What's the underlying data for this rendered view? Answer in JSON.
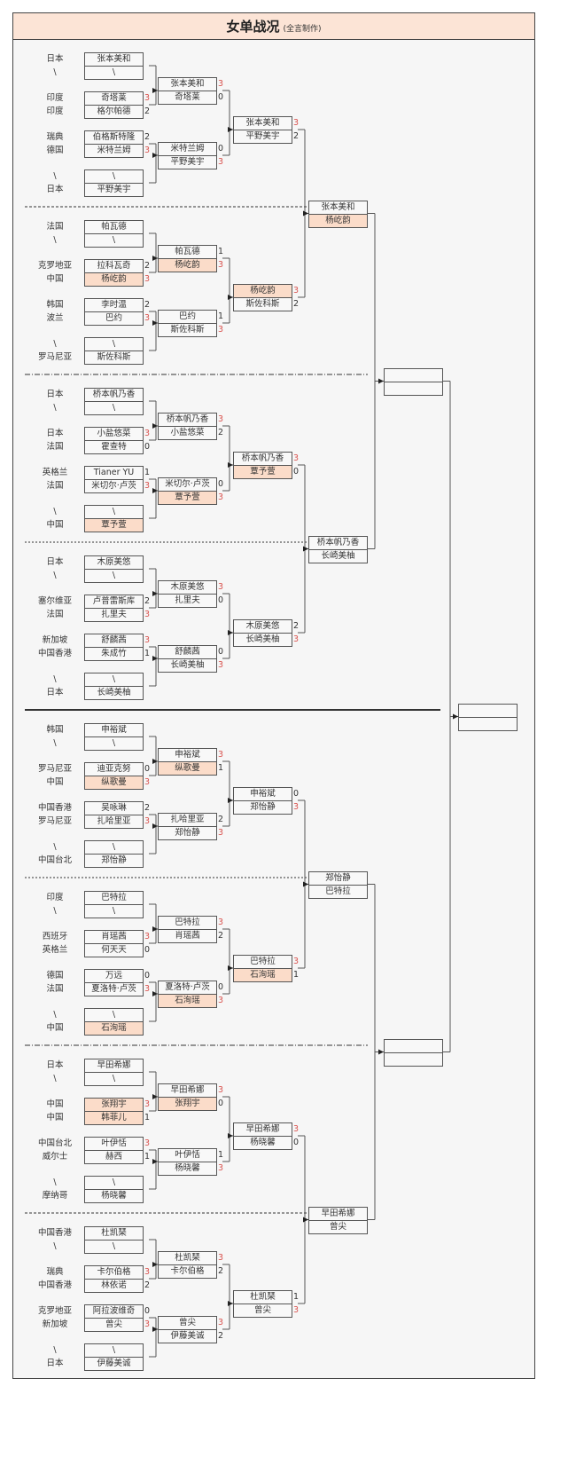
{
  "title": "女单战况",
  "subtitle": "(全言制作)",
  "colors": {
    "highlight": "#fbdcc9",
    "winner_score": "#d9534f",
    "header_bg": "#fce4d6"
  },
  "sections": [
    {
      "r1": [
        [
          {
            "country": "日本",
            "name": "张本美和",
            "score": ""
          },
          {
            "country": "\\",
            "name": "\\",
            "score": ""
          }
        ],
        [
          {
            "country": "印度",
            "name": "奇塔莱",
            "score": "3"
          },
          {
            "country": "印度",
            "name": "格尔帕德",
            "score": "2"
          }
        ],
        [
          {
            "country": "瑞典",
            "name": "伯格斯特隆",
            "score": "2"
          },
          {
            "country": "德国",
            "name": "米特兰姆",
            "score": "3"
          }
        ],
        [
          {
            "country": "\\",
            "name": "\\",
            "score": ""
          },
          {
            "country": "日本",
            "name": "平野美宇",
            "score": ""
          }
        ]
      ],
      "r2": [
        [
          {
            "name": "张本美和",
            "score": "3"
          },
          {
            "name": "奇塔莱",
            "score": "0"
          }
        ],
        [
          {
            "name": "米特兰姆",
            "score": "0"
          },
          {
            "name": "平野美宇",
            "score": "3"
          }
        ]
      ],
      "r3": [
        {
          "name": "张本美和",
          "score": "3"
        },
        {
          "name": "平野美宇",
          "score": "2"
        }
      ]
    },
    {
      "r1": [
        [
          {
            "country": "法国",
            "name": "帕瓦德",
            "score": ""
          },
          {
            "country": "\\",
            "name": "\\",
            "score": ""
          }
        ],
        [
          {
            "country": "克罗地亚",
            "name": "拉科瓦奇",
            "score": "2"
          },
          {
            "country": "中国",
            "name": "杨屹韵",
            "score": "3",
            "hl": true
          }
        ],
        [
          {
            "country": "韩国",
            "name": "李时温",
            "score": "2"
          },
          {
            "country": "波兰",
            "name": "巴约",
            "score": "3"
          }
        ],
        [
          {
            "country": "\\",
            "name": "\\",
            "score": ""
          },
          {
            "country": "罗马尼亚",
            "name": "斯佐科斯",
            "score": ""
          }
        ]
      ],
      "r2": [
        [
          {
            "name": "帕瓦德",
            "score": "1"
          },
          {
            "name": "杨屹韵",
            "score": "3",
            "hl": true
          }
        ],
        [
          {
            "name": "巴约",
            "score": "1"
          },
          {
            "name": "斯佐科斯",
            "score": "3"
          }
        ]
      ],
      "r3": [
        {
          "name": "杨屹韵",
          "score": "3",
          "hl": true
        },
        {
          "name": "斯佐科斯",
          "score": "2"
        }
      ]
    },
    {
      "r1": [
        [
          {
            "country": "日本",
            "name": "桥本帆乃香",
            "score": ""
          },
          {
            "country": "\\",
            "name": "\\",
            "score": ""
          }
        ],
        [
          {
            "country": "日本",
            "name": "小盐悠菜",
            "score": "3"
          },
          {
            "country": "法国",
            "name": "霍查特",
            "score": "0"
          }
        ],
        [
          {
            "country": "英格兰",
            "name": "Tianer YU",
            "score": "1"
          },
          {
            "country": "法国",
            "name": "米切尔·卢茨",
            "score": "3"
          }
        ],
        [
          {
            "country": "\\",
            "name": "\\",
            "score": ""
          },
          {
            "country": "中国",
            "name": "覃予萱",
            "score": "",
            "hl": true
          }
        ]
      ],
      "r2": [
        [
          {
            "name": "桥本帆乃香",
            "score": "3"
          },
          {
            "name": "小盐悠菜",
            "score": "2"
          }
        ],
        [
          {
            "name": "米切尔·卢茨",
            "score": "0"
          },
          {
            "name": "覃予萱",
            "score": "3",
            "hl": true
          }
        ]
      ],
      "r3": [
        {
          "name": "桥本帆乃香",
          "score": "3"
        },
        {
          "name": "覃予萱",
          "score": "0",
          "hl": true
        }
      ]
    },
    {
      "r1": [
        [
          {
            "country": "日本",
            "name": "木原美悠",
            "score": ""
          },
          {
            "country": "\\",
            "name": "\\",
            "score": ""
          }
        ],
        [
          {
            "country": "塞尔维亚",
            "name": "卢普雷斯库",
            "score": "2"
          },
          {
            "country": "法国",
            "name": "扎里夫",
            "score": "3"
          }
        ],
        [
          {
            "country": "新加坡",
            "name": "舒麟茜",
            "score": "3"
          },
          {
            "country": "中国香港",
            "name": "朱成竹",
            "score": "1"
          }
        ],
        [
          {
            "country": "\\",
            "name": "\\",
            "score": ""
          },
          {
            "country": "日本",
            "name": "长崎美柚",
            "score": ""
          }
        ]
      ],
      "r2": [
        [
          {
            "name": "木原美悠",
            "score": "3"
          },
          {
            "name": "扎里夫",
            "score": "0"
          }
        ],
        [
          {
            "name": "舒麟茜",
            "score": "0"
          },
          {
            "name": "长崎美柚",
            "score": "3"
          }
        ]
      ],
      "r3": [
        {
          "name": "木原美悠",
          "score": "2"
        },
        {
          "name": "长崎美柚",
          "score": "3"
        }
      ]
    },
    {
      "r1": [
        [
          {
            "country": "韩国",
            "name": "申裕斌",
            "score": ""
          },
          {
            "country": "\\",
            "name": "\\",
            "score": ""
          }
        ],
        [
          {
            "country": "罗马尼亚",
            "name": "迪亚克努",
            "score": "0"
          },
          {
            "country": "中国",
            "name": "纵歌曼",
            "score": "3",
            "hl": true
          }
        ],
        [
          {
            "country": "中国香港",
            "name": "吴咏琳",
            "score": "2"
          },
          {
            "country": "罗马尼亚",
            "name": "扎哈里亚",
            "score": "3"
          }
        ],
        [
          {
            "country": "\\",
            "name": "\\",
            "score": ""
          },
          {
            "country": "中国台北",
            "name": "郑怡静",
            "score": ""
          }
        ]
      ],
      "r2": [
        [
          {
            "name": "申裕斌",
            "score": "3"
          },
          {
            "name": "纵歌曼",
            "score": "1",
            "hl": true
          }
        ],
        [
          {
            "name": "扎哈里亚",
            "score": "2"
          },
          {
            "name": "郑怡静",
            "score": "3"
          }
        ]
      ],
      "r3": [
        {
          "name": "申裕斌",
          "score": "0"
        },
        {
          "name": "郑怡静",
          "score": "3"
        }
      ]
    },
    {
      "r1": [
        [
          {
            "country": "印度",
            "name": "巴特拉",
            "score": ""
          },
          {
            "country": "\\",
            "name": "\\",
            "score": ""
          }
        ],
        [
          {
            "country": "西班牙",
            "name": "肖瑶茜",
            "score": "3"
          },
          {
            "country": "英格兰",
            "name": "何天天",
            "score": "0"
          }
        ],
        [
          {
            "country": "德国",
            "name": "万远",
            "score": "0"
          },
          {
            "country": "法国",
            "name": "夏洛特·卢茨",
            "score": "3"
          }
        ],
        [
          {
            "country": "\\",
            "name": "\\",
            "score": ""
          },
          {
            "country": "中国",
            "name": "石洵瑶",
            "score": "",
            "hl": true
          }
        ]
      ],
      "r2": [
        [
          {
            "name": "巴特拉",
            "score": "3"
          },
          {
            "name": "肖瑶茜",
            "score": "2"
          }
        ],
        [
          {
            "name": "夏洛特·卢茨",
            "score": "0"
          },
          {
            "name": "石洵瑶",
            "score": "3",
            "hl": true
          }
        ]
      ],
      "r3": [
        {
          "name": "巴特拉",
          "score": "3"
        },
        {
          "name": "石洵瑶",
          "score": "1",
          "hl": true
        }
      ]
    },
    {
      "r1": [
        [
          {
            "country": "日本",
            "name": "早田希娜",
            "score": ""
          },
          {
            "country": "\\",
            "name": "\\",
            "score": ""
          }
        ],
        [
          {
            "country": "中国",
            "name": "张翔宇",
            "score": "3",
            "hl": true
          },
          {
            "country": "中国",
            "name": "韩菲儿",
            "score": "1",
            "hl": true
          }
        ],
        [
          {
            "country": "中国台北",
            "name": "叶伊恬",
            "score": "3"
          },
          {
            "country": "威尔士",
            "name": "赫西",
            "score": "1"
          }
        ],
        [
          {
            "country": "\\",
            "name": "\\",
            "score": ""
          },
          {
            "country": "摩纳哥",
            "name": "杨晓馨",
            "score": ""
          }
        ]
      ],
      "r2": [
        [
          {
            "name": "早田希娜",
            "score": "3"
          },
          {
            "name": "张翔宇",
            "score": "0",
            "hl": true
          }
        ],
        [
          {
            "name": "叶伊恬",
            "score": "1"
          },
          {
            "name": "杨晓馨",
            "score": "3"
          }
        ]
      ],
      "r3": [
        {
          "name": "早田希娜",
          "score": "3"
        },
        {
          "name": "杨晓馨",
          "score": "0"
        }
      ]
    },
    {
      "r1": [
        [
          {
            "country": "中国香港",
            "name": "杜凯琹",
            "score": ""
          },
          {
            "country": "\\",
            "name": "\\",
            "score": ""
          }
        ],
        [
          {
            "country": "瑞典",
            "name": "卡尔伯格",
            "score": "3"
          },
          {
            "country": "中国香港",
            "name": "林依诺",
            "score": "2"
          }
        ],
        [
          {
            "country": "克罗地亚",
            "name": "阿拉波维奇",
            "score": "0"
          },
          {
            "country": "新加坡",
            "name": "曾尖",
            "score": "3"
          }
        ],
        [
          {
            "country": "\\",
            "name": "\\",
            "score": ""
          },
          {
            "country": "日本",
            "name": "伊藤美诚",
            "score": ""
          }
        ]
      ],
      "r2": [
        [
          {
            "name": "杜凯琹",
            "score": "3"
          },
          {
            "name": "卡尔伯格",
            "score": "2"
          }
        ],
        [
          {
            "name": "曾尖",
            "score": "3"
          },
          {
            "name": "伊藤美诚",
            "score": "2"
          }
        ]
      ],
      "r3": [
        {
          "name": "杜凯琹",
          "score": "1"
        },
        {
          "name": "曾尖",
          "score": "3"
        }
      ]
    }
  ],
  "quarterfinals": [
    [
      {
        "name": "张本美和"
      },
      {
        "name": "杨屹韵",
        "hl": true
      }
    ],
    [
      {
        "name": "桥本帆乃香"
      },
      {
        "name": "长崎美柚"
      }
    ],
    [
      {
        "name": "郑怡静"
      },
      {
        "name": "巴特拉"
      }
    ],
    [
      {
        "name": "早田希娜"
      },
      {
        "name": "曾尖"
      }
    ]
  ],
  "semifinals": [
    [
      {
        "name": ""
      },
      {
        "name": ""
      }
    ],
    [
      {
        "name": ""
      },
      {
        "name": ""
      }
    ]
  ],
  "final": [
    {
      "name": ""
    },
    {
      "name": ""
    }
  ]
}
